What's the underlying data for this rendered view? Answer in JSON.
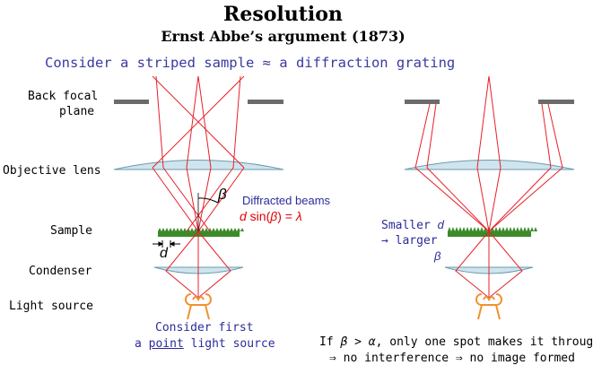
{
  "header": {
    "title": "Resolution",
    "subtitle": "Ernst Abbe’s argument (1873)",
    "tagline": "Consider a striped sample ≈ a diffraction grating"
  },
  "labels": {
    "back_focal_plane_line1": "Back focal",
    "back_focal_plane_line2": "plane",
    "objective_lens": "Objective lens",
    "sample": "Sample",
    "condenser": "Condenser",
    "light_source": "Light source"
  },
  "left_panel": {
    "beta": "β",
    "diffracted_beams": "Diffracted beams",
    "grating_eq_d": "d",
    "grating_eq_rest": " sin(",
    "grating_eq_beta": "β",
    "grating_eq_tail": ") = ",
    "grating_eq_lambda": "λ",
    "spacing_d": "d",
    "consider_line1": "Consider first",
    "consider_line2_pre": "a ",
    "consider_line2_point": "point",
    "consider_line2_post": " light source"
  },
  "right_panel": {
    "smaller_pre": "Smaller ",
    "smaller_d": "d",
    "larger": "→ larger",
    "beta": "β",
    "conclusion_line1_pre": "If ",
    "conclusion_beta": "β",
    "conclusion_gt": " > ",
    "conclusion_alpha": "α",
    "conclusion_line1_post": ", only one spot makes it through",
    "conclusion_line2": "⇒ no interference  ⇒ no image formed"
  },
  "colors": {
    "ray": "#e8202a",
    "lens_fill": "#cfe4ec",
    "lens_stroke": "#6a9bb0",
    "stop": "#6b6b6b",
    "grating": "#3d8a2a",
    "source": "#f0922e",
    "text_blue": "#2b2b9a"
  }
}
